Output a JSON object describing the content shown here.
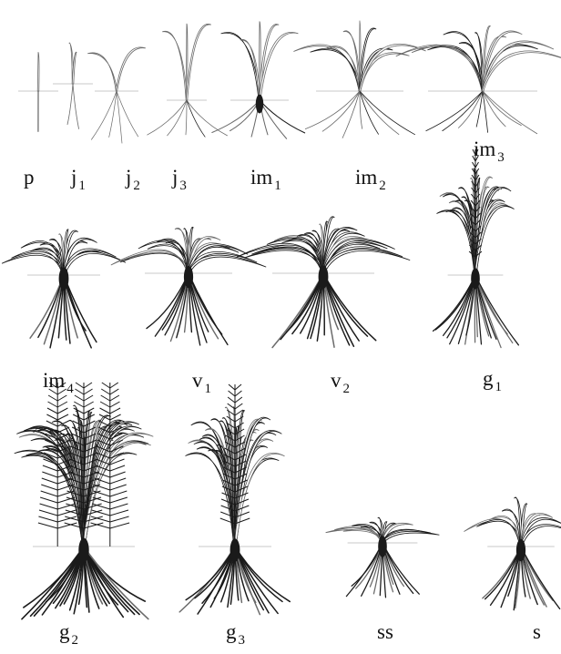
{
  "colors": {
    "ink": "#1a1a1a",
    "light_ink": "#6a6a6a",
    "ground_line": "#b8b8b8"
  },
  "stages": [
    {
      "id": "p",
      "label": "p",
      "sub": "",
      "leaves": 1,
      "roots": 1,
      "heavy": 0.2
    },
    {
      "id": "j1",
      "label": "j",
      "sub": "1",
      "leaves": 2,
      "roots": 2,
      "heavy": 0.2
    },
    {
      "id": "j2",
      "label": "j",
      "sub": "2",
      "leaves": 2,
      "roots": 4,
      "heavy": 0.1
    },
    {
      "id": "j3",
      "label": "j",
      "sub": "3",
      "leaves": 3,
      "roots": 5,
      "heavy": 0.15
    },
    {
      "id": "im1",
      "label": "im",
      "sub": "1",
      "leaves": 5,
      "roots": 6,
      "heavy": 0.4
    },
    {
      "id": "im2",
      "label": "im",
      "sub": "2",
      "leaves": 9,
      "roots": 7,
      "heavy": 0.2
    },
    {
      "id": "im3",
      "label": "im",
      "sub": "3",
      "leaves": 12,
      "roots": 8,
      "heavy": 0.2
    },
    {
      "id": "im4",
      "label": "im",
      "sub": "4",
      "leaves": 14,
      "roots": 11,
      "heavy": 0.8
    },
    {
      "id": "v1",
      "label": "v",
      "sub": "1",
      "leaves": 18,
      "roots": 14,
      "heavy": 0.7
    },
    {
      "id": "v2",
      "label": "v",
      "sub": "2",
      "leaves": 24,
      "roots": 16,
      "heavy": 0.8
    },
    {
      "id": "g1",
      "label": "g",
      "sub": "1",
      "leaves": 26,
      "roots": 18,
      "heavy": 0.6
    },
    {
      "id": "g2",
      "label": "g",
      "sub": "2",
      "leaves": 60,
      "roots": 26,
      "heavy": 0.9
    },
    {
      "id": "g3",
      "label": "g",
      "sub": "3",
      "leaves": 36,
      "roots": 20,
      "heavy": 0.8
    },
    {
      "id": "ss",
      "label": "ss",
      "sub": "",
      "leaves": 14,
      "roots": 14,
      "heavy": 0.6
    },
    {
      "id": "s",
      "label": "s",
      "sub": "",
      "leaves": 10,
      "roots": 14,
      "heavy": 0.7
    }
  ]
}
